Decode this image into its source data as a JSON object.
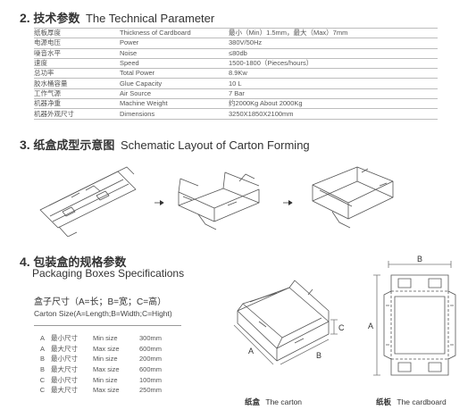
{
  "section2": {
    "number": "2.",
    "title_cn": "技术参数",
    "title_en": "The Technical Parameter",
    "rows": [
      {
        "cn": "纸板厚度",
        "en": "Thickness of Cardboard",
        "value": "最小（Min）1.5mm，最大（Max）7mm"
      },
      {
        "cn": "电源电压",
        "en": "Power",
        "value": "380V/50Hz"
      },
      {
        "cn": "噪音水平",
        "en": "Noise",
        "value": "≤80db"
      },
      {
        "cn": "速度",
        "en": "Speed",
        "value": "1500-1800（Pieces/hours）"
      },
      {
        "cn": "总功率",
        "en": "Total Power",
        "value": "8.9Kw"
      },
      {
        "cn": "胶水桶容量",
        "en": "Glue Capacity",
        "value": "10 L"
      },
      {
        "cn": "工作气源",
        "en": "Air Source",
        "value": "7 Bar"
      },
      {
        "cn": "机器净重",
        "en": "Machine Weight",
        "value": "约2000Kg  About 2000Kg"
      },
      {
        "cn": "机器外观尺寸",
        "en": "Dimensions",
        "value": "3250X1850X2100mm"
      }
    ]
  },
  "section3": {
    "number": "3.",
    "title_cn": "纸盒成型示意图",
    "title_en": "Schematic Layout of Carton Forming"
  },
  "section4": {
    "number": "4.",
    "title_cn": "包装盒的规格参数",
    "title_en": "Packaging Boxes Specifications",
    "dims_cn": "盒子尺寸（A=长；B=宽；C=高）",
    "dims_en": "Carton Size(A=Length;B=Width;C=Hight)",
    "sizes": [
      {
        "letter": "A",
        "cn": "最小尺寸",
        "en": "Min size",
        "value": "300mm"
      },
      {
        "letter": "A",
        "cn": "最大尺寸",
        "en": "Max size",
        "value": "600mm"
      },
      {
        "letter": "B",
        "cn": "最小尺寸",
        "en": "Min size",
        "value": "200mm"
      },
      {
        "letter": "B",
        "cn": "最大尺寸",
        "en": "Max size",
        "value": "600mm"
      },
      {
        "letter": "C",
        "cn": "最小尺寸",
        "en": "Min size",
        "value": "100mm"
      },
      {
        "letter": "C",
        "cn": "最大尺寸",
        "en": "Max size",
        "value": "250mm"
      }
    ],
    "carton_labels": {
      "a": "A",
      "b": "B",
      "c": "C"
    },
    "board_labels": {
      "a": "A",
      "b": "B"
    },
    "caption_carton_cn": "纸盒",
    "caption_carton_en": "The carton",
    "caption_board_cn": "纸板",
    "caption_board_en": "The cardboard"
  },
  "colors": {
    "line": "#555555",
    "text": "#333333"
  }
}
